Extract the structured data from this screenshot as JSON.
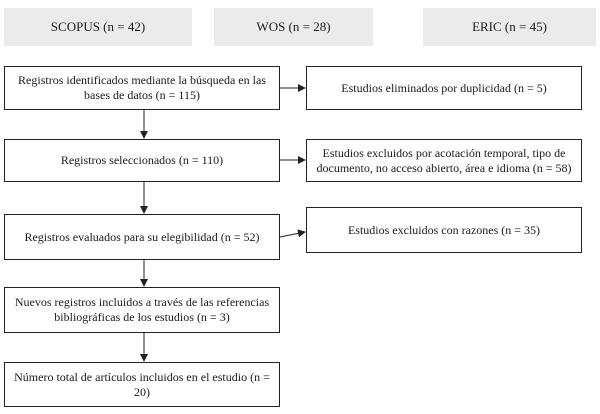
{
  "sources": {
    "scopus": "SCOPUS (n = 42)",
    "wos": "WOS (n = 28)",
    "eric": "ERIC (n = 45)"
  },
  "main": {
    "identified": "Registros identificados mediante la búsqueda en las bases de datos (n = 115)",
    "screened": "Registros seleccionados (n = 110)",
    "eligibility": "Registros evaluados para su elegibilidad (n = 52)",
    "new_records": "Nuevos registros incluidos a través de las referencias bibliográficas de los estudios (n = 3)",
    "total": "Número total de artículos incluidos en el estudio (n = 20)"
  },
  "side": {
    "duplicates": "Estudios eliminados por duplicidad (n = 5)",
    "excluded_filters": "Estudios excluidos por acotación temporal, tipo de documento, no acceso abierto, área e idioma (n = 58)",
    "excluded_reasons": "Estudios excluidos con razones (n = 35)"
  }
}
